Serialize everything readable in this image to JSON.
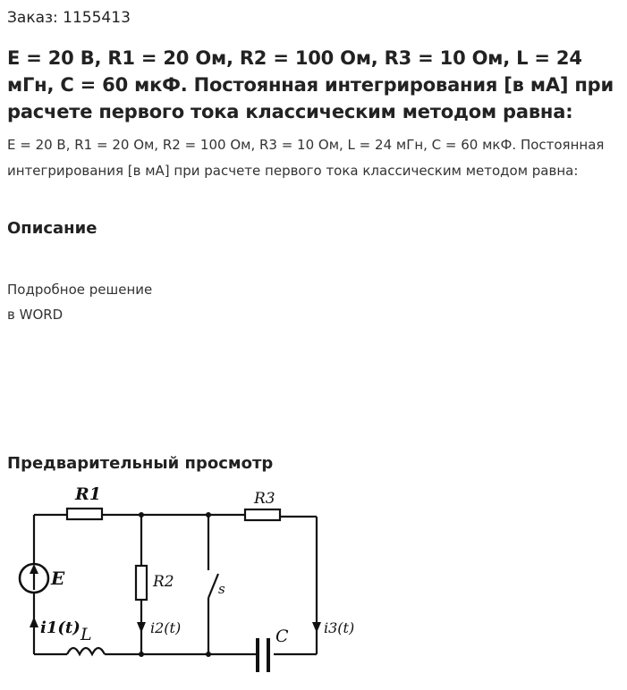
{
  "order": {
    "label": "Заказ: 1155413"
  },
  "task": {
    "heading": "E = 20 В, R1 = 20 Ом, R2 = 100 Ом, R3 = 10 Ом, L = 24 мГн, C = 60 мкФ. Постоянная интегрирования [в мА] при расчете первого тока классическим методом равна:",
    "body": "E = 20 В, R1 = 20 Ом, R2 = 100 Ом, R3 = 10 Ом, L = 24 мГн, C = 60 мкФ. Постоянная интегрирования [в мА] при расчете первого тока классическим методом равна:"
  },
  "description": {
    "title": "Описание",
    "line1": "Подробное решение",
    "line2": "в WORD"
  },
  "preview": {
    "title": "Предварительный просмотр",
    "labels": {
      "r1": "R1",
      "r2": "R2",
      "r3": "R3",
      "e": "E",
      "s": "s",
      "l": "L",
      "c": "C",
      "i1": "i1(t)",
      "i2": "i2(t)",
      "i3": "i3(t)"
    }
  }
}
